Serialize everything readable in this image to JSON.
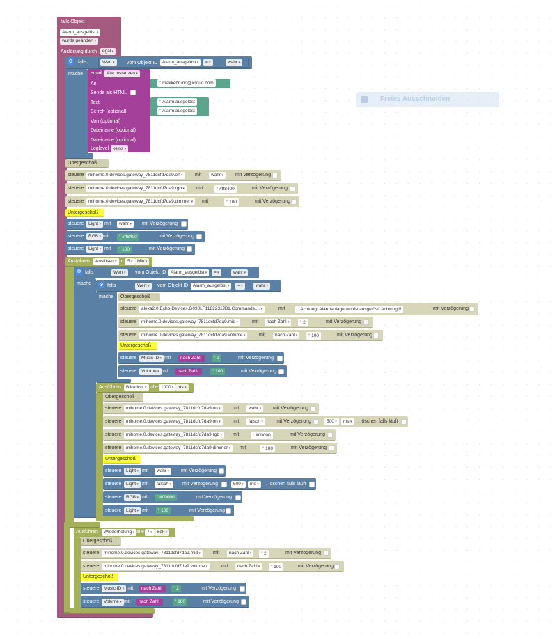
{
  "event": {
    "lines": [
      "falls Objekt",
      "Alarm_ausgelöst",
      "wurde geändert"
    ],
    "trigger_label": "Auslösung durch",
    "trigger_value": "egal"
  },
  "if1": {
    "falls": "falls",
    "macht": "mache",
    "wert": "Wert",
    "vom_objekt": "vom Objekt ID",
    "object_id": "Alarm_ausgelöst",
    "op": "=",
    "value": "wahr"
  },
  "email": {
    "title": "email",
    "instance": "Alle Instanzen",
    "an_label": "An",
    "an_value": "makkebruno@icloud.com",
    "html_label": "Sende als HTML",
    "text_label": "Text",
    "text_value": "Alarm ausgelöst",
    "subject_label": "Betreff (optional)",
    "subject_value": "Alarm ausgelöst",
    "from_label": "Von (optional)",
    "file1_label": "Dateiname (optional)",
    "file2_label": "Dateiname (optional)",
    "log_label": "Loglevel",
    "log_value": "keins"
  },
  "freies": "Freies Ausschneiden",
  "og1": "Obergeschoß",
  "ug1": "Untergeschoß",
  "og2": "Obergeschoß",
  "ug2": "Untergeschoß",
  "og3": "Obergeschoß",
  "ug3": "Untergeschoß",
  "og4": "Obergeschoß",
  "ug4": "Untergeschoß",
  "common": {
    "steuere": "steuere",
    "mit": "mit",
    "verz": "mit Verzögerung",
    "nach_zahl": "nach Zahl",
    "loeschen": ", löschen falls läuft",
    "ms": "ms"
  },
  "set1": [
    {
      "id": "mihome.0.devices.gateway_7811dcfd7da9.on",
      "val": "wahr"
    },
    {
      "id": "mihome.0.devices.gateway_7811dcfd7da9.rgb",
      "val": "#ff8400"
    },
    {
      "id": "mihome.0.devices.gateway_7811dcfd7da9.dimmer",
      "val": "100"
    }
  ],
  "set2": [
    {
      "id": "Light",
      "val": "wahr"
    },
    {
      "id": "RGB",
      "val": "#ff8400"
    },
    {
      "id": "Light",
      "val": "100"
    }
  ],
  "timeout": {
    "label": "Ausführen",
    "name": "Auslösen",
    "in": "in",
    "num": "5",
    "unit": "Min"
  },
  "if2": {
    "falls": "falls",
    "mache": "mache",
    "wert": "Wert",
    "vom": "vom Objekt ID",
    "id": "Alarm_ausgelöst",
    "op": "=",
    "val": "wahr"
  },
  "if3": {
    "falls": "falls",
    "mache": "mache",
    "wert": "Wert",
    "vom": "vom Objekt ID",
    "id": "Alarm_ausgelöst",
    "op": "=",
    "val": "wahr"
  },
  "alexa": {
    "id": "alexa2.0.Echo-Devices.G090LF1182231JB1.Commands....",
    "text": "Achtung! Alarmanlage wurde ausgelöst. Achtung!!!"
  },
  "set3": [
    {
      "id": "mihome.0.devices.gateway_7811dcfd7da9.mid",
      "val": "2"
    },
    {
      "id": "mihome.0.devices.gateway_7811dcfd7da9.volume",
      "val": "100"
    }
  ],
  "set4": [
    {
      "id": "Music ID",
      "val": "2"
    },
    {
      "id": "Volume",
      "val": "100"
    }
  ],
  "interval": {
    "label": "Ausführen",
    "name": "Blinklicht",
    "alle": "alle",
    "num": "1000",
    "unit": "ms"
  },
  "set5": [
    {
      "id": "mihome.0.devices.gateway_7811dcfd7da9.on",
      "val": "wahr"
    },
    {
      "id": "mihome.0.devices.gateway_7811dcfd7da9.on",
      "val": "falsch",
      "delay": "500",
      "unit": "ms"
    },
    {
      "id": "mihome.0.devices.gateway_7811dcfd7da9.rgb",
      "val": "#ff0000"
    },
    {
      "id": "mihome.0.devices.gateway_7811dcfd7da9.dimmer",
      "val": "100"
    }
  ],
  "set6": [
    {
      "id": "Light",
      "val": "wahr"
    },
    {
      "id": "Light",
      "val": "falsch",
      "delay": "500",
      "unit": "ms"
    },
    {
      "id": "RGB",
      "val": "#ff0000"
    },
    {
      "id": "Light",
      "val": "100"
    }
  ],
  "interval2": {
    "label": "Ausführen",
    "name": "Wiederholung",
    "alle": "alle",
    "num": "7",
    "unit": "Sek"
  },
  "set7": [
    {
      "id": "mihome.0.devices.gateway_7811dcfd7da9.mid",
      "val": "2"
    },
    {
      "id": "mihome.0.devices.gateway_7811dcfd7da9.volume",
      "val": "100"
    }
  ],
  "set8": [
    {
      "id": "Music ID",
      "val": "2"
    },
    {
      "id": "Volume",
      "val": "100"
    }
  ]
}
